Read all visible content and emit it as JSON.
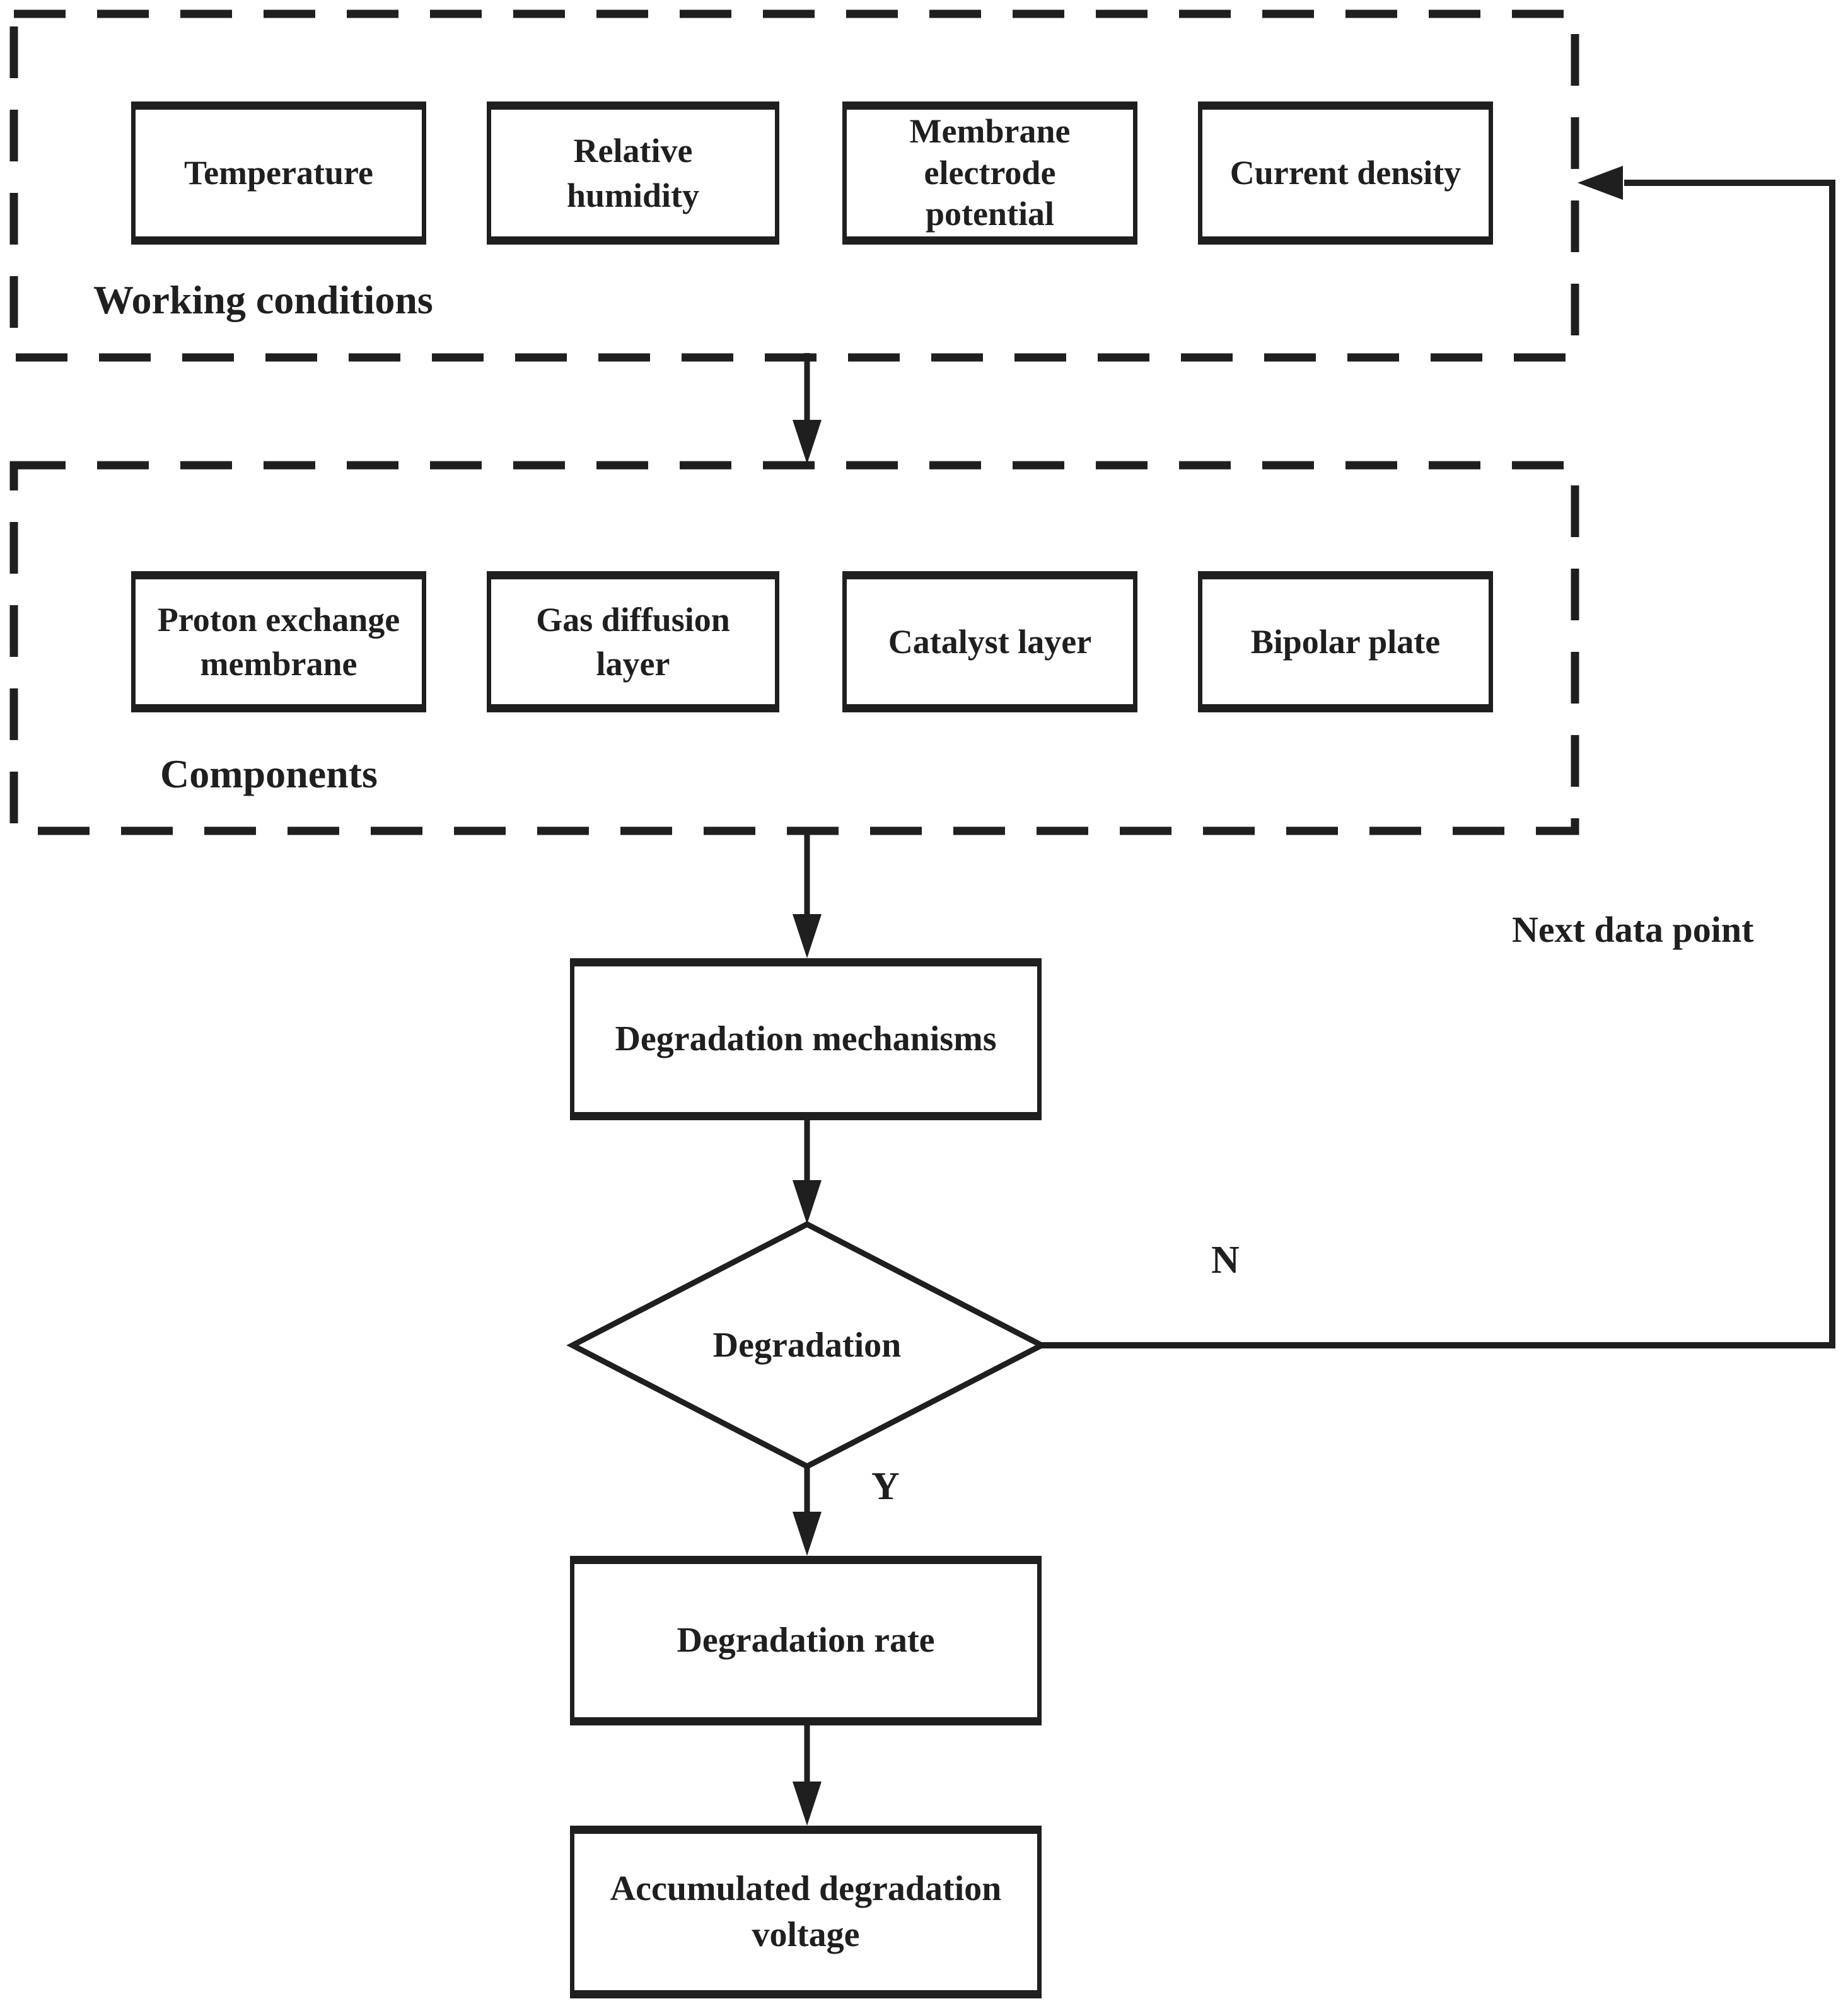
{
  "figure": {
    "background": "#ffffff",
    "ink": "#1f1f1f",
    "type": "flowchart"
  },
  "working_conditions": {
    "label": "Working conditions",
    "items": [
      "Temperature",
      "Relative\nhumidity",
      "Membrane\nelectrode\npotential",
      "Current density"
    ]
  },
  "components": {
    "label": "Components",
    "items": [
      "Proton exchange\nmembrane",
      "Gas diffusion\nlayer",
      "Catalyst layer",
      "Bipolar plate"
    ]
  },
  "flow": {
    "mechanisms": "Degradation mechanisms",
    "decision": "Degradation",
    "rate": "Degradation rate",
    "accumulated": "Accumulated degradation\nvoltage"
  },
  "edge_labels": {
    "no": "N",
    "yes": "Y",
    "loop": "Next data point"
  }
}
